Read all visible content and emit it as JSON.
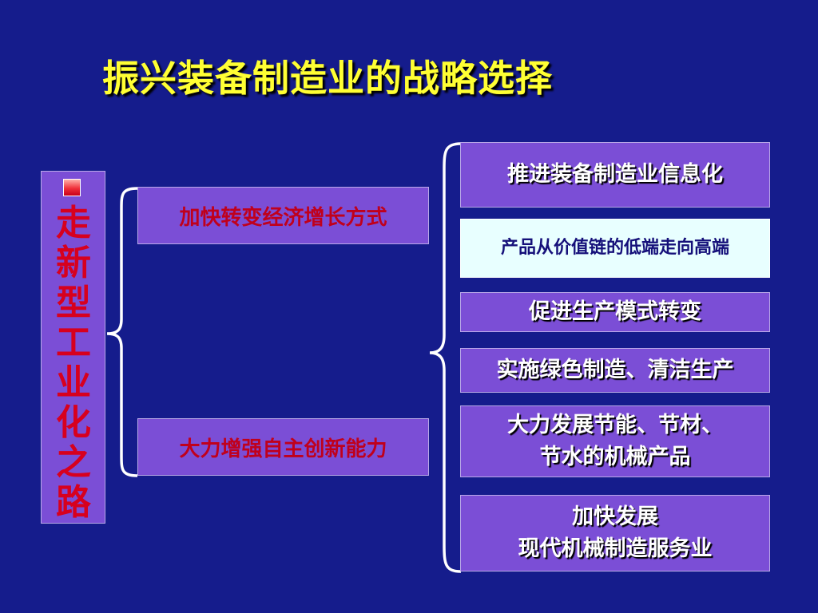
{
  "title": "振兴装备制造业的战略选择",
  "left_label": "走新型工业化之路",
  "middle_items": [
    "加快转变经济增长方式",
    "大力增强自主创新能力"
  ],
  "right_items": [
    "推进装备制造业信息化",
    "产品从价值链的低端走向高端",
    "促进生产模式转变",
    "实施绿色制造、清洁生产",
    "大力发展节能、节材、\n节水的机械产品",
    "加快发展\n现代机械制造服务业"
  ],
  "colors": {
    "background": "#151c8c",
    "box_fill": "#7b4ed6",
    "highlight_fill": "#e8ffff",
    "title": "#ffff33",
    "red_text": "#c0001c"
  }
}
